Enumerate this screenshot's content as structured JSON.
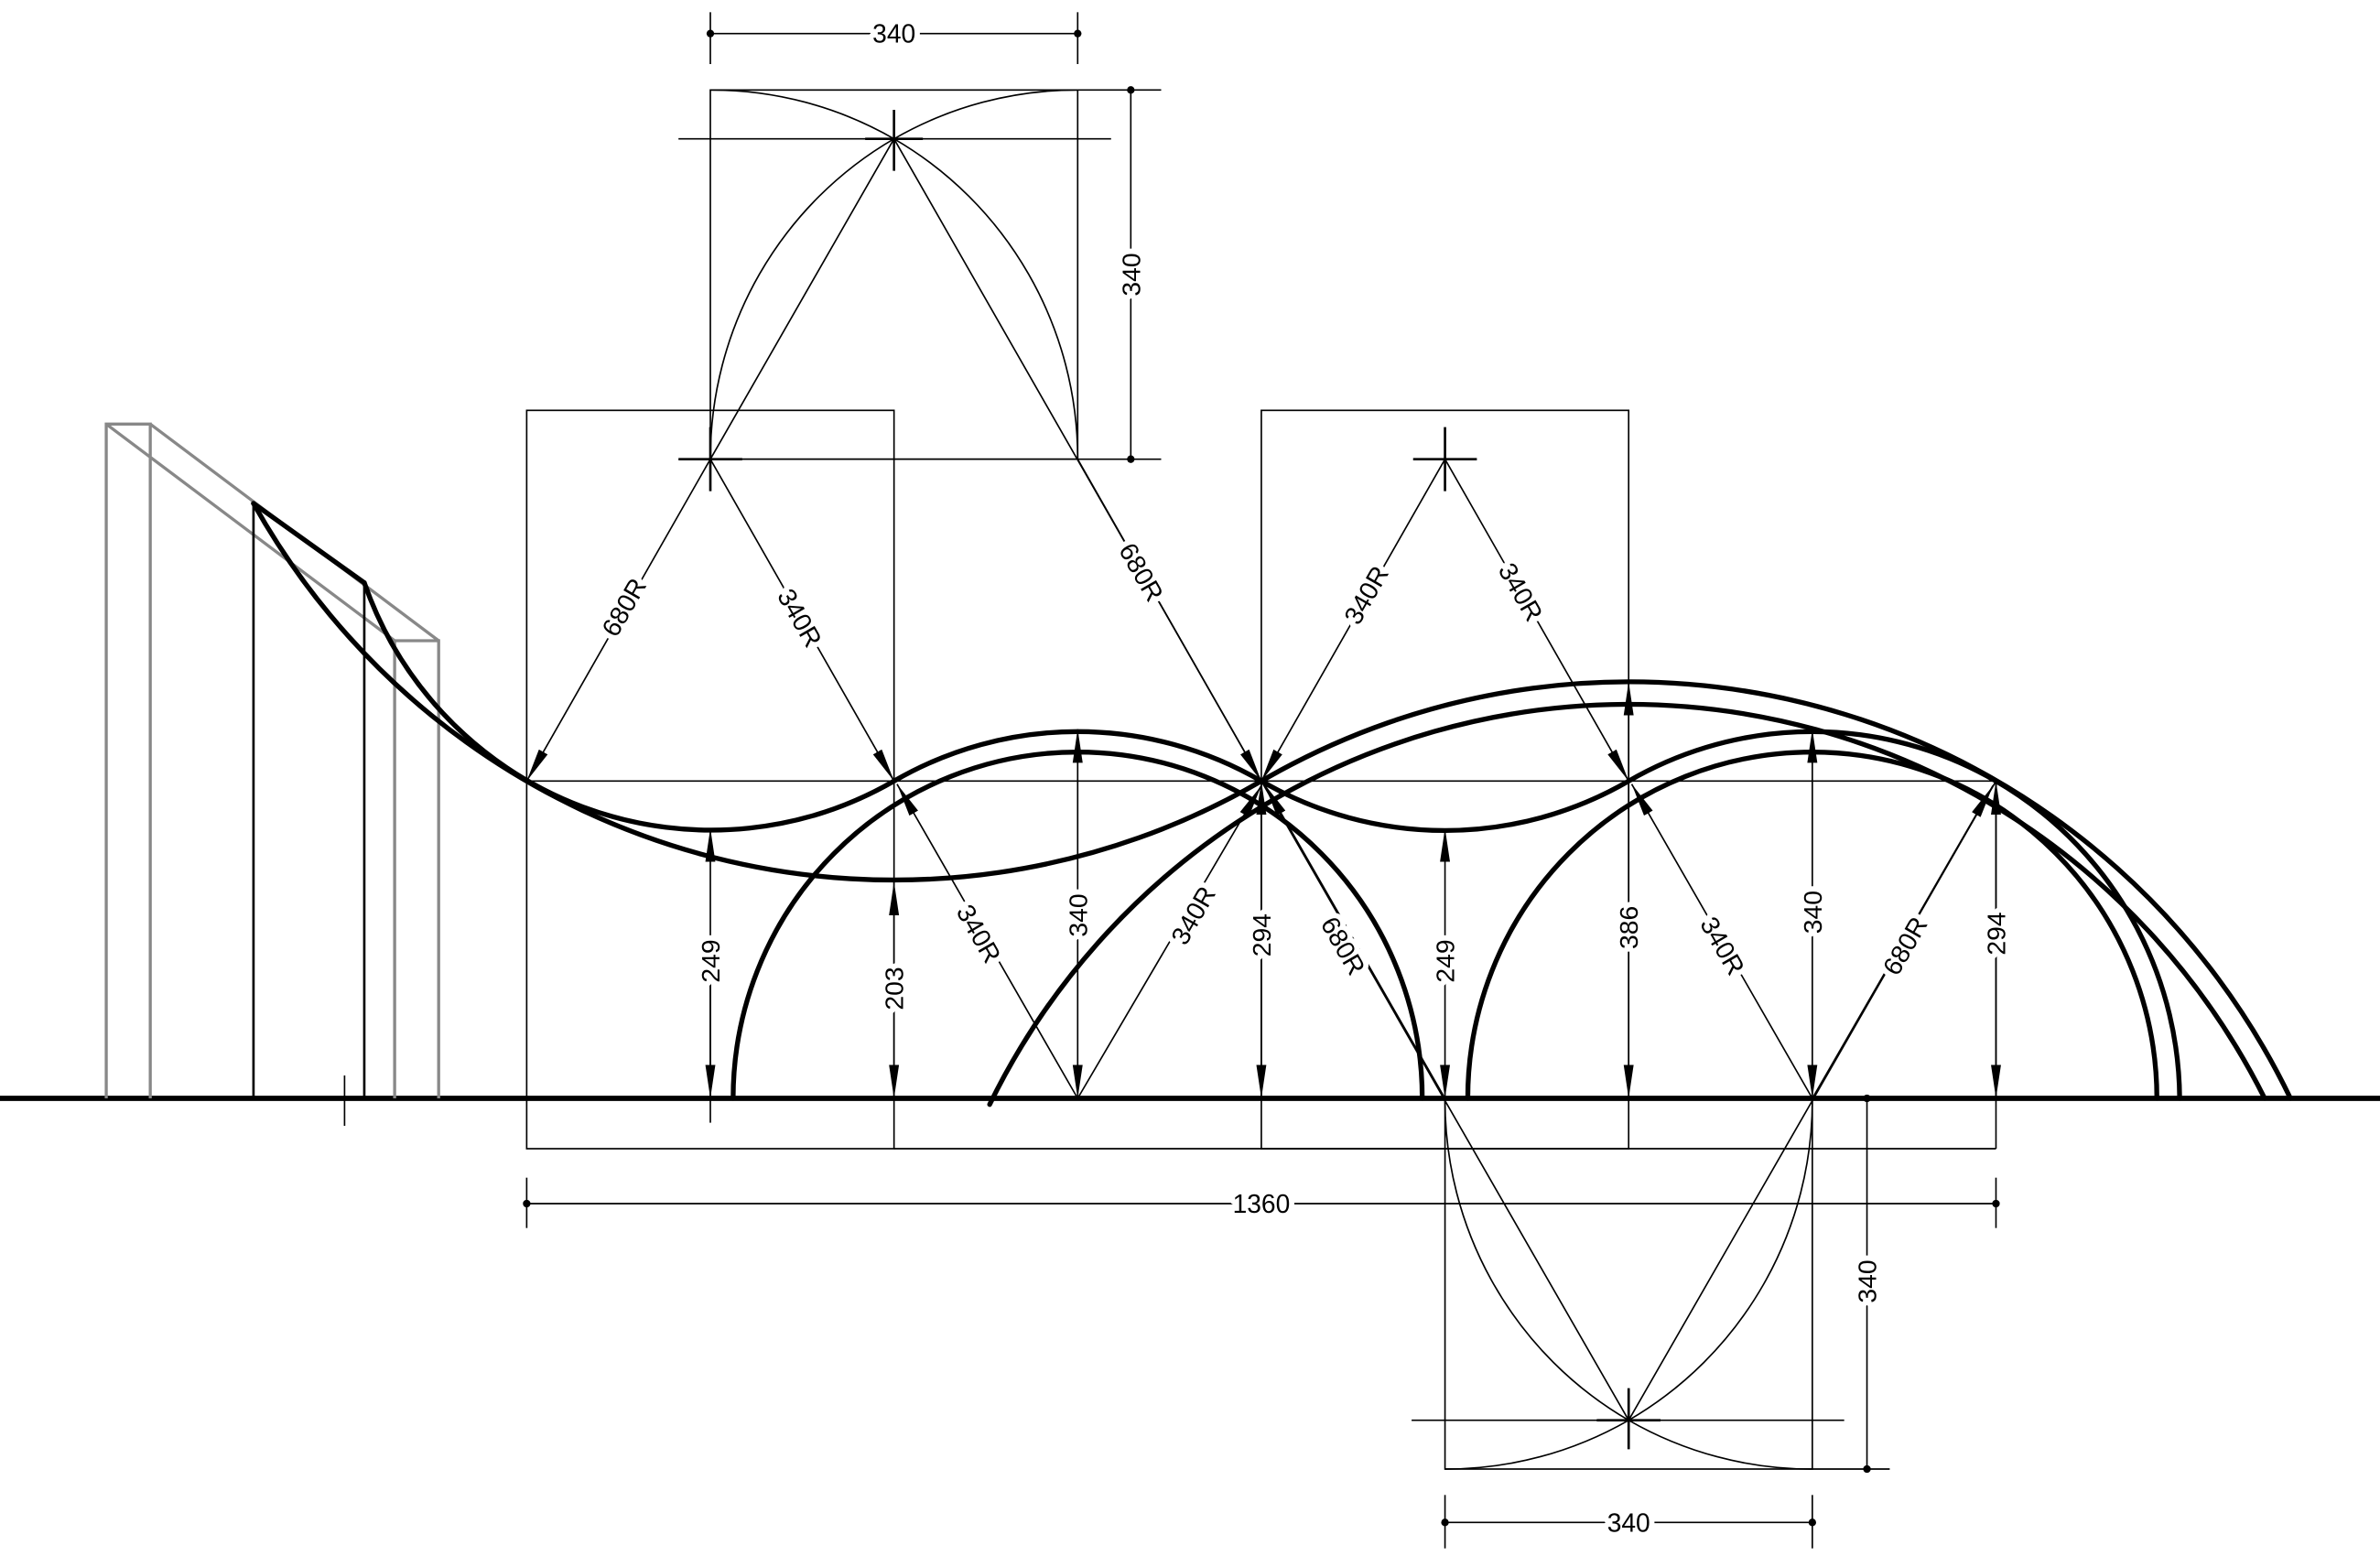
{
  "drawing": {
    "labels": [
      "340",
      "340",
      "680R",
      "340R",
      "680R",
      "340R",
      "340R",
      "249",
      "203",
      "340R",
      "340",
      "340R",
      "294",
      "680R",
      "249",
      "386",
      "340R",
      "340",
      "680R",
      "294",
      "1360",
      "340",
      "340"
    ],
    "line_color": "#000000",
    "construction_color": "#888888"
  }
}
